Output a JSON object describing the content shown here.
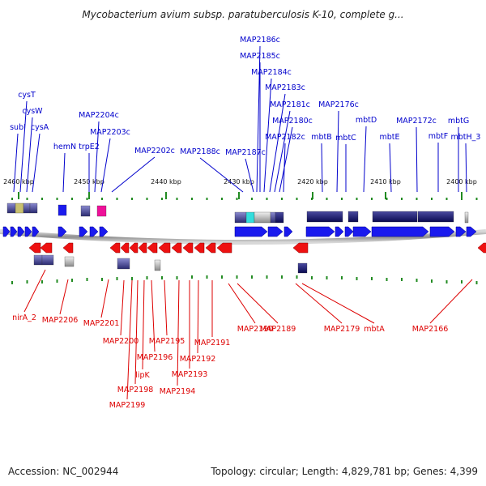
{
  "title": "Mycobacterium avium subsp. paratuberculosis K-10, complete g...",
  "accession": "Accession: NC_002944",
  "summary": "Topology: circular; Length: 4,829,781 bp; Genes: 4,399",
  "colors": {
    "forward_label": "#0000cc",
    "reverse_label": "#dd0000",
    "forward_arrow": "#1a1aee",
    "reverse_arrow": "#ee1111",
    "tick": "#228b22",
    "backbone": "#9a9a9a"
  },
  "scale_ticks": [
    {
      "label": "2460 kbp"
    },
    {
      "label": "2450 kbp"
    },
    {
      "label": "2440 kbp"
    },
    {
      "label": "2430 kbp"
    },
    {
      "label": "2420 kbp"
    },
    {
      "label": "2410 kbp"
    },
    {
      "label": "2400 kbp"
    }
  ],
  "forward_genes": [
    {
      "label": "subI"
    },
    {
      "label": "cysT"
    },
    {
      "label": "cysW"
    },
    {
      "label": "cysA"
    },
    {
      "label": "hemN"
    },
    {
      "label": "trpE2"
    },
    {
      "label": "MAP2204c"
    },
    {
      "label": "MAP2203c"
    },
    {
      "label": "MAP2202c"
    },
    {
      "label": "MAP2188c"
    },
    {
      "label": "MAP2187c"
    },
    {
      "label": "MAP2186c"
    },
    {
      "label": "MAP2185c"
    },
    {
      "label": "MAP2184c"
    },
    {
      "label": "MAP2183c"
    },
    {
      "label": "MAP2181c"
    },
    {
      "label": "MAP2180c"
    },
    {
      "label": "MAP2182c"
    },
    {
      "label": "mbtB"
    },
    {
      "label": "MAP2176c"
    },
    {
      "label": "mbtC"
    },
    {
      "label": "mbtD"
    },
    {
      "label": "mbtE"
    },
    {
      "label": "MAP2172c"
    },
    {
      "label": "mbtF"
    },
    {
      "label": "mbtG"
    },
    {
      "label": "mbtH_3"
    }
  ],
  "reverse_genes": [
    {
      "label": "nirA_2"
    },
    {
      "label": "MAP2206"
    },
    {
      "label": "MAP2201"
    },
    {
      "label": "MAP2200"
    },
    {
      "label": "MAP2199"
    },
    {
      "label": "MAP2198"
    },
    {
      "label": "lipK"
    },
    {
      "label": "MAP2196"
    },
    {
      "label": "MAP2195"
    },
    {
      "label": "MAP2194"
    },
    {
      "label": "MAP2193"
    },
    {
      "label": "MAP2192"
    },
    {
      "label": "MAP2191"
    },
    {
      "label": "MAP2190"
    },
    {
      "label": "MAP2189"
    },
    {
      "label": "MAP2179"
    },
    {
      "label": "mbtA"
    },
    {
      "label": "MAP2166"
    }
  ]
}
